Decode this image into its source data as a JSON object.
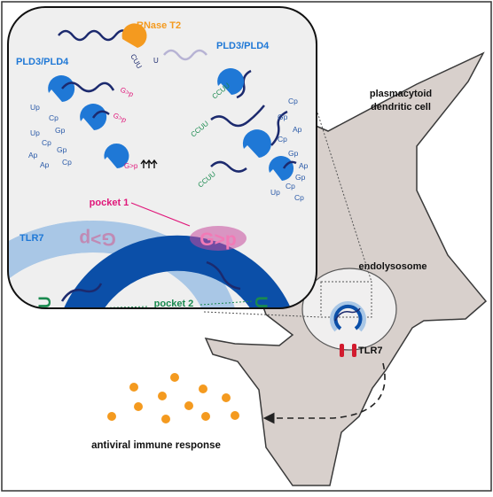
{
  "enzymes": {
    "rnase": "RNase T2",
    "pld_left": "PLD3/PLD4",
    "pld_right": "PLD3/PLD4"
  },
  "rna_fragments": {
    "cuu_top": "CUU",
    "u_single": "U",
    "gp_1": "G>p",
    "gp_2": "G>p",
    "gp_3": "G>p",
    "ccuu_1": "CCUU",
    "ccuu_2": "CCUU",
    "ccuu_3": "CCUU"
  },
  "nucleotides": {
    "left": [
      "Up",
      "Cp",
      "Up",
      "Gp",
      "Cp",
      "Ap",
      "Gp",
      "Ap",
      "Cp"
    ],
    "right": [
      "Cp",
      "Gp",
      "Ap",
      "Cp",
      "Gp",
      "Ap",
      "Gp",
      "Cp",
      "Up",
      "Cp"
    ]
  },
  "receptor": {
    "name": "TLR7",
    "pocket1": "pocket 1",
    "pocket2": "pocket 2",
    "ligand1": "G>p",
    "ligand1_mirror": "G>p",
    "ligand2": "UU",
    "ligand2_mirror": "UU"
  },
  "cell": {
    "type_line1": "plasmacytoid",
    "type_line2": "dendritic cell",
    "organelle": "endolysosome",
    "receptor_label": "TLR7"
  },
  "outcome": "antiviral immune response",
  "colors": {
    "enzyme_blue": "#1f78d6",
    "rna_dark": "#1c2a6e",
    "rnase_orange": "#f49a1f",
    "pocket_pink": "#e0177a",
    "pocket_green": "#1a8a4f",
    "cell_fill": "#d8d0cc",
    "tlr_light": "#a9c7e6",
    "tlr_dark": "#0b4fa8",
    "nt_blue": "#2a5aa8"
  }
}
